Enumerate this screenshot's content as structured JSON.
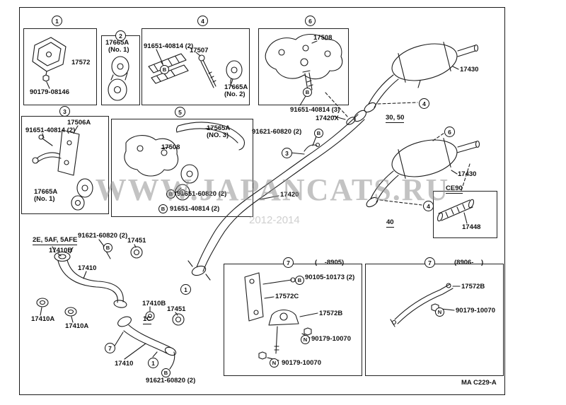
{
  "diagram": {
    "footer_code": "MA C229-A",
    "watermark_main": "WWW.JAPANCATS.RU",
    "watermark_sub": "2012-2014"
  },
  "callouts": {
    "n1": "1",
    "n2": "2",
    "n3": "3",
    "n4": "4",
    "n5": "5",
    "n6": "6",
    "n7": "7"
  },
  "fasteners": {
    "bolt": "B",
    "nut": "N"
  },
  "labels": {
    "p17572": "17572",
    "p90179_08146": "90179-08146",
    "p17665a": "17665A",
    "no1": "(No. 1)",
    "no2": "(No. 2)",
    "no3": "(NO. 3)",
    "p91651_40814_2": "91651-40814 (2)",
    "p91651_40814_3": "91651-40814 (3)",
    "p17507": "17507",
    "p17508": "17508",
    "p17420x": "17420X",
    "p17430": "17430",
    "s30_50": "30, 50",
    "p17506a": "17506A",
    "p17565a": "17565A",
    "p91651_60820_2": "91651-60820 (2)",
    "p91621_60820_2": "91621-60820 (2)",
    "p17420": "17420",
    "ce90": "CE90",
    "s40": "40",
    "p17448": "17448",
    "engines_a": "2E, 5AF, 5AFE",
    "p17451": "17451",
    "p17410b": "17410B",
    "p17410": "17410",
    "p17410a": "17410A",
    "engines_b": "1C",
    "date_a": "(    -8905)",
    "p90105_10173_2": "90105-10173 (2)",
    "p17572c": "17572C",
    "p17572b": "17572B",
    "p90179_10070": "90179-10070",
    "date_b": "(8906-    )"
  }
}
